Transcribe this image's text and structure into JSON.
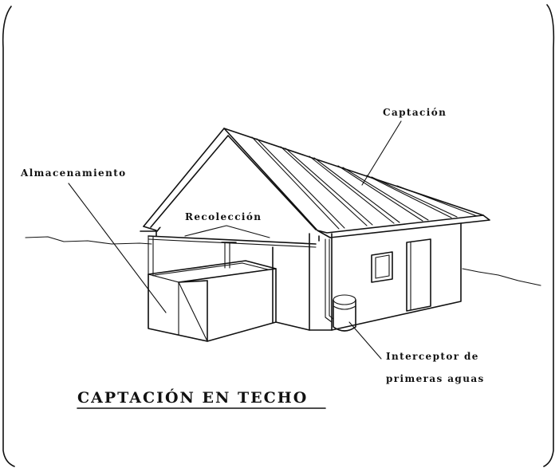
{
  "diagram": {
    "title": "CAPTACIÓN EN TECHO",
    "labels": {
      "captacion": "Captación",
      "almacenamiento": "Almacenamiento",
      "recoleccion": "Recolección",
      "interceptor_line1": "Interceptor de",
      "interceptor_line2": "primeras aguas"
    }
  }
}
